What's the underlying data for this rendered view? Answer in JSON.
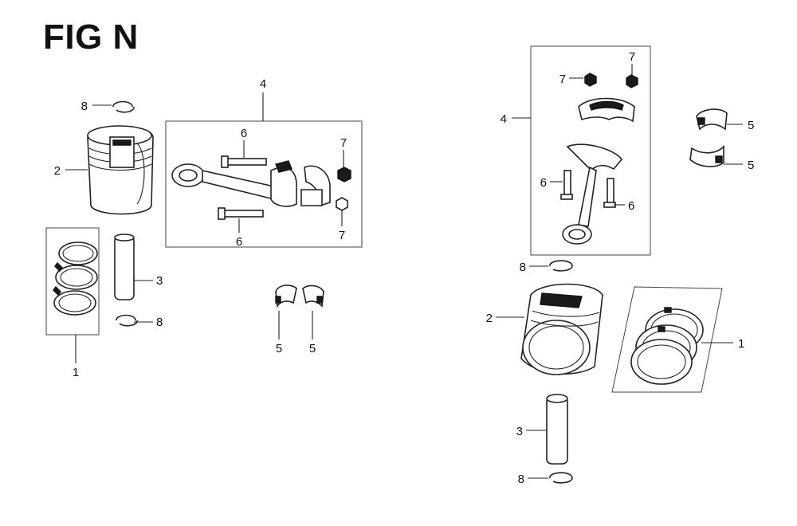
{
  "figure": {
    "title": "FIG N"
  },
  "labels": {
    "p1": "1",
    "p2": "2",
    "p3": "3",
    "p4": "4",
    "p5": "5",
    "p6": "6",
    "p7": "7",
    "p8": "8"
  }
}
